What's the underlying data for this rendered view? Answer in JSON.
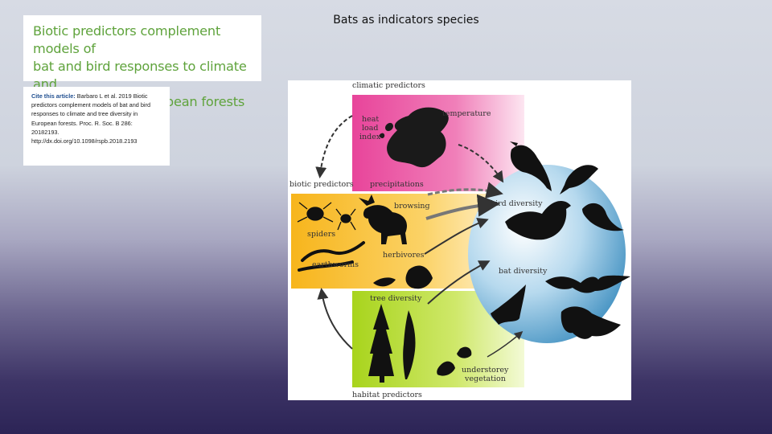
{
  "slide": {
    "title": "Bats as indicators species"
  },
  "paper": {
    "title_lines": [
      "Biotic predictors complement models of",
      "bat and bird responses to climate and",
      "tree diversity in European forests"
    ],
    "citation": {
      "lead": "Cite this article:",
      "lines": [
        "Barbaro L et al. 2019 Biotic",
        "predictors complement models of bat and bird",
        "responses to climate and tree diversity in",
        "European forests. Proc. R. Soc. B 286:",
        "20182193.",
        "http://dx.doi.org/10.1098/rspb.2018.2193"
      ]
    },
    "title_color": "#5fa33c"
  },
  "diagram": {
    "labels": {
      "climatic_predictors": "climatic predictors",
      "temperature": "temperature",
      "heat": "heat",
      "load": "load",
      "index": "index",
      "biotic_predictors": "biotic predictors",
      "precipitations": "precipitations",
      "browsing": "browsing",
      "spiders": "spiders",
      "earthworms": "earthworms",
      "herbivores": "herbivores",
      "tree_diversity": "tree diversity",
      "understorey": "understorey",
      "vegetation": "vegetation",
      "habitat_predictors": "habitat predictors",
      "bird_diversity": "bird diversity",
      "bat_diversity": "bat diversity"
    },
    "colors": {
      "climatic": "#e8449a",
      "biotic": "#f7b51c",
      "habitat": "#b7dc2e",
      "response": "#5aa7d3"
    },
    "icons": [
      "europe-map-icon",
      "bird-icon",
      "bat-icon",
      "moose-icon",
      "spider-icon",
      "earthworm-icon",
      "moth-icon",
      "tree-icon",
      "plant-icon"
    ]
  }
}
